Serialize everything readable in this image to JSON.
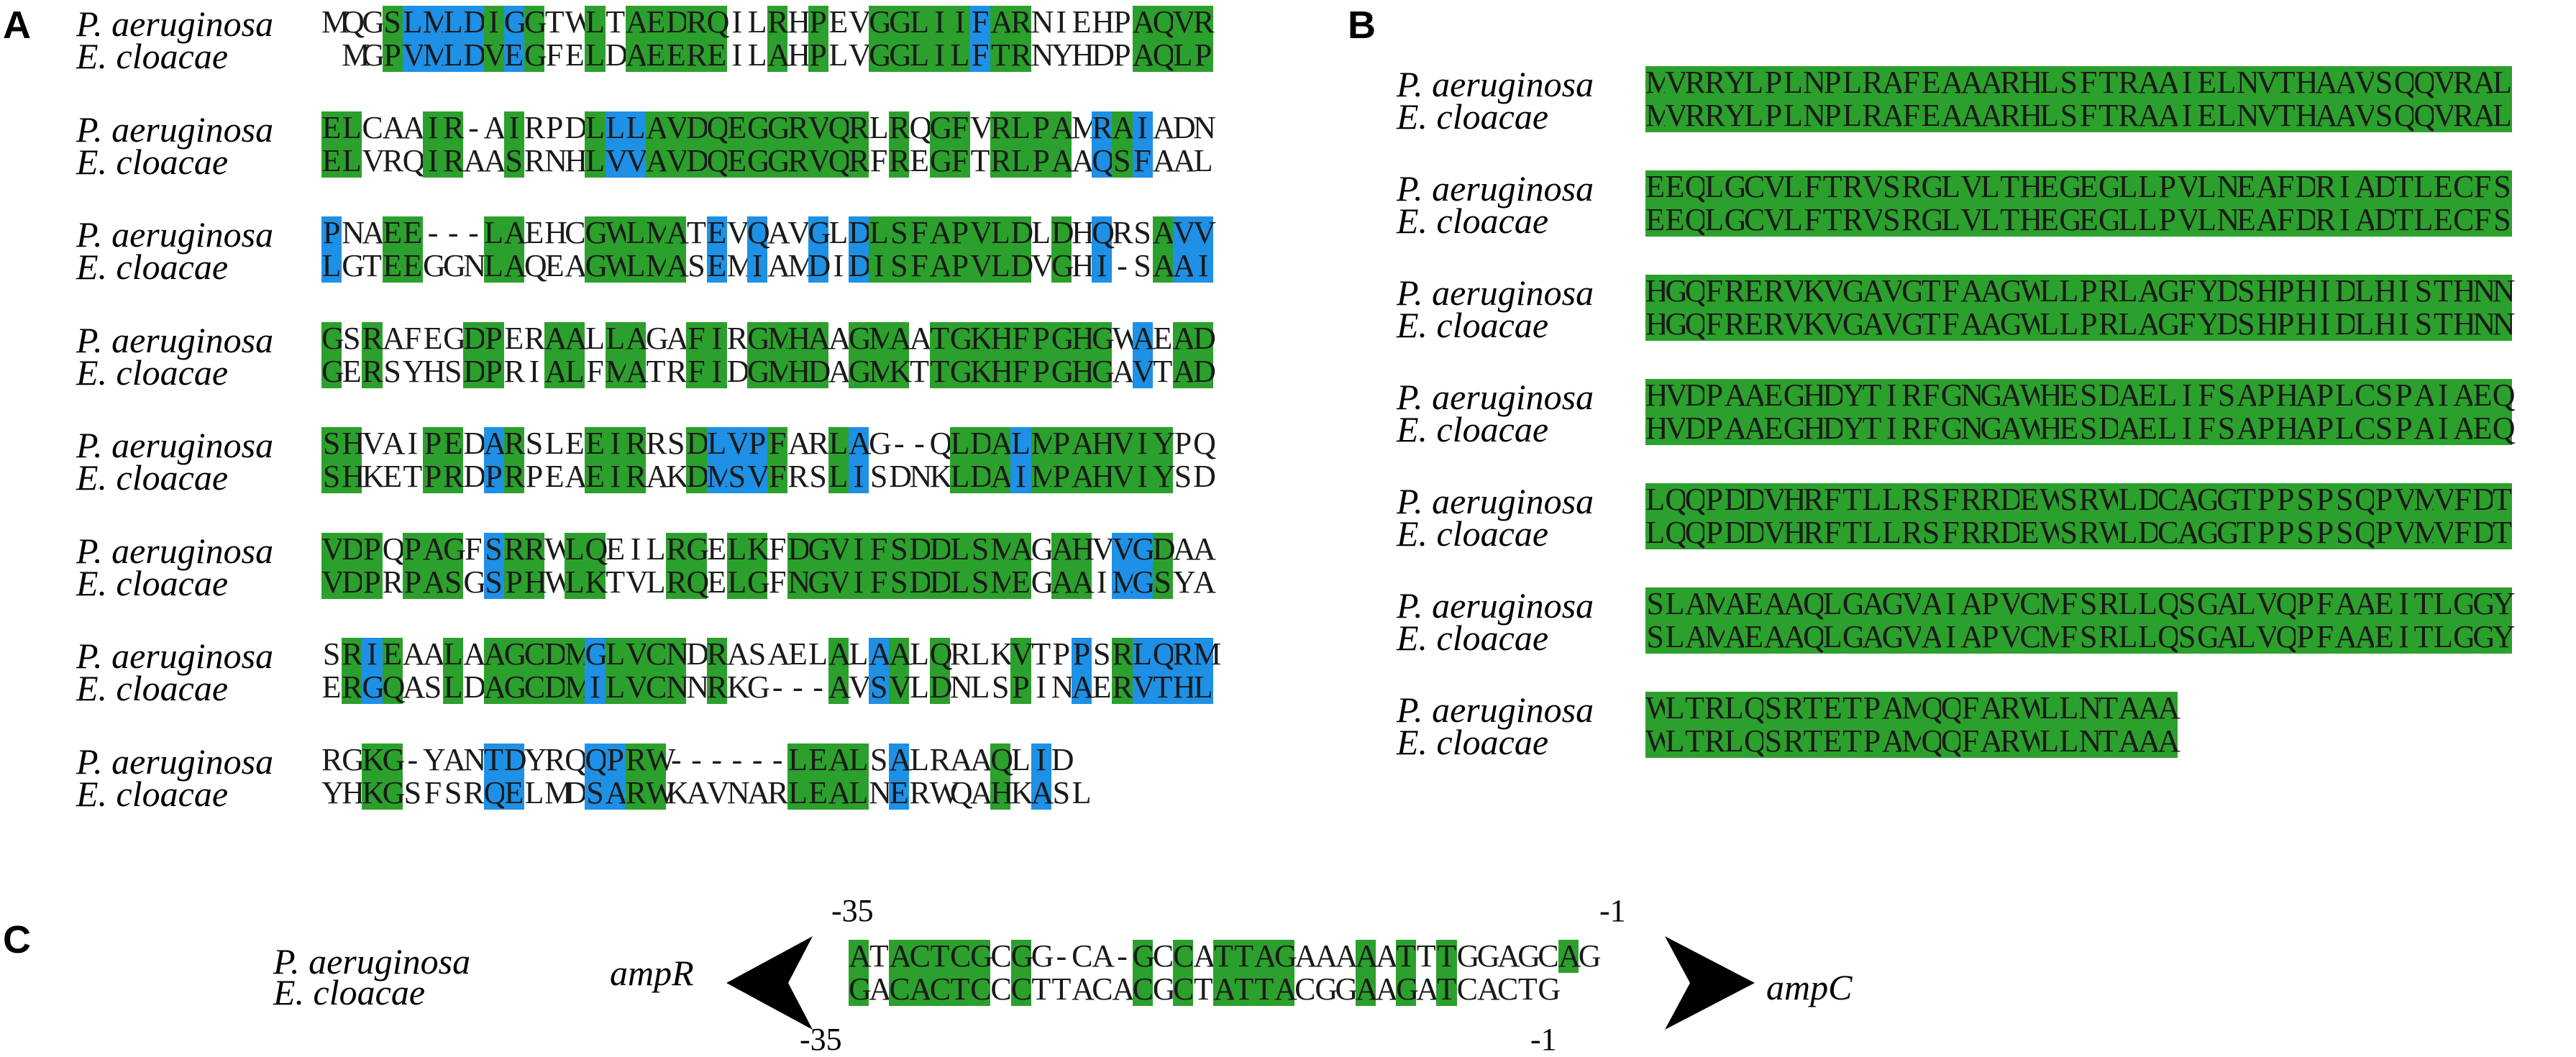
{
  "panel_a": {
    "label": "A",
    "species_top": "P. aeruginosa",
    "species_bottom": "E. cloacae",
    "blocks": [
      {
        "top": "MQGSLMLDIGGTWLTAEDRQILRHPEVGGLIIFARNIEHPAQVR",
        "bottom": " MGPVMLDVEGFELDAEEREILAHPLVGGLILFTRNYHDPAQLP",
        "marks": "...gbbbbgbg..g.ggggg..g.g..gggggbgg.....ggggb"
      },
      {
        "top": "ELCAAIR-AIRPDLLLAVDQEGGRVQRLRQGFVRLPAMRAIADN",
        "bottom": "ELVRQIRAASRNHLVVAVDQEGGRVQRFREGFTRLPAAQSFAAL",
        "marks": "gg...gg..g...gbbggggggggggg.g.gg.gggg.bgb..."
      },
      {
        "top": "PNAEE---LAEHCGWLMATEVQAVGLDLSFAPVLDLDHQRSAVV",
        "bottom": "LGTEEGGNLAQEAGWLMASEMIAMDIDISFAPVLDVGHI-SAAI",
        "marks": "b..gg...gg...ggggg.b.b..b.bgggggggg.g.b..gbbb"
      },
      {
        "top": "GSRAFEGDPERAALLAGAFIRGMHAAGMAATGKHFPGHGWAEAD",
        "bottom": "GERSYHSDPRIALFMATRFIDGMHDAGMKTTGKHFPGHGAVTAD",
        "marks": "g.g....gg..gg.gg..gg.gggg.ggg.ggggggggg.b.gg"
      },
      {
        "top": "SHVAIPEDARSLEEIRRSDLVPFARLAG--QLDALMPAHVIYPQ",
        "bottom": "SHKETPRDPRPEAEIRAKDMSVFRSLISDNKLDAIMPAHVIYSD",
        "marks": "gg...gg.bg...ggg..gbbbg..gb....gggbggggggg.."
      },
      {
        "top": "VDPQPAGFSRRWLQEILRGELKFDGVIFSDDLSMAGAHVVGDAA",
        "bottom": "VDPRPASGSPHWLKTVLRQELGFNGVIFSDDLSMEGAAIMGSYA",
        "marks": "ggg.ggg.bgg.gg...gg.gg.gggggggggggg.gg.bbg..g"
      },
      {
        "top": "SRIEAALAAGCDMGLVCNDRASAELALAALQRLKVTPPSRLQRM",
        "bottom": "ERGQASLDAGCDMILVCNNRKG---AVSVLDNLSPINAERVTHL",
        "marks": ".gbg..g.gggggbgggg.g.....g.bg.g...g..b.gbbbb"
      },
      {
        "top": "RGKG-YANTDYRQQPRW------LEALSALRAAQLID",
        "bottom": "YHKGSFSRQELMDSARWKAVNARLEALNERWQAHKASL",
        "marks": "..gg....bb...bbgg......gggg.b....g.b."
      }
    ]
  },
  "panel_b": {
    "label": "B",
    "species_top": "P. aeruginosa",
    "species_bottom": "E. cloacae",
    "blocks": [
      {
        "top": "MVRRYLPLNPLRAFEAAARHLSFTRAAIELNVTHAAVSQQVRAL",
        "bottom": "MVRRYLPLNPLRAFEAAARHLSFTRAAIELNVTHAAVSQQVRAL"
      },
      {
        "top": "EEQLGCVLFTRVSRGLVLTHEGEGLLPVLNEAFDRIADTLECFS",
        "bottom": "EEQLGCVLFTRVSRGLVLTHEGEGLLPVLNEAFDRIADTLECFS"
      },
      {
        "top": "HGQFRERVKVGAVGTFAAGWLLPRLAGFYDSHPHIDLHISTHNN",
        "bottom": "HGQFRERVKVGAVGTFAAGWLLPRLAGFYDSHPHIDLHISTHNN"
      },
      {
        "top": "HVDPAAEGHDYTIRFGNGAWHESDAELIFSAPHAPLCSPAIAEQ",
        "bottom": "HVDPAAEGHDYTIRFGNGAWHESDAELIFSAPHAPLCSPAIAEQ"
      },
      {
        "top": "LQQPDDVHRFTLLRSFRRDEWSRWLDCAGGTPPSPSQPVMVFDT",
        "bottom": "LQQPDDVHRFTLLRSFRRDEWSRWLDCAGGTPPSPSQPVMVFDT"
      },
      {
        "top": "SLAMAEAAQLGAGVAIAPVCMFSRLLQSGALVQPFAAEITLGGY",
        "bottom": "SLAMAEAAQLGAGVAIAPVCMFSRLLQSGALVQPFAAEITLGGY"
      },
      {
        "top": "WLTRLQSRTETPAMQQFARWLLNTAAA",
        "bottom": "WLTRLQSRTETPAMQQFARWLLNTAAA"
      }
    ]
  },
  "panel_c": {
    "label": "C",
    "species_top": "P. aeruginosa",
    "species_bottom": "E. cloacae",
    "gene_left": "ampR",
    "gene_right": "ampC",
    "top_left_num": "-35",
    "top_right_num": "-1",
    "bottom_left_num": "-35",
    "bottom_right_num": "-1",
    "top": "ATACTCGCGG-CA-GCCATTAGAAAAATTTGGAGCAG",
    "bottom": "GACACTCCCTTACACGCTATTACGGAAGATCACTG",
    "marks": "g.ggggg.g.....g.g.gggg...g.g.g.....g"
  },
  "colors": {
    "identical": "#2ca02c",
    "similar": "#1e90e6"
  }
}
